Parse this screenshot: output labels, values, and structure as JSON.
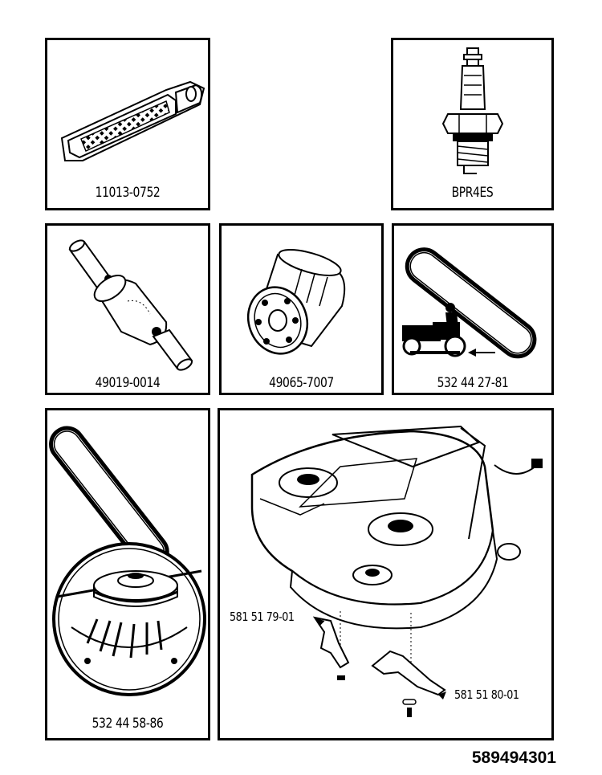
{
  "panels": {
    "air_filter": "11013-0752",
    "spark_plug": "BPR4ES",
    "fuel_filter": "49019-0014",
    "oil_filter": "49065-7007",
    "drive_belt": "532 44 27-81",
    "deck_belt_pulley": "532 44 58-86"
  },
  "deck": {
    "blade_left": "581 51 79-01",
    "blade_right": "581 51 80-01"
  },
  "document_number": "589494301"
}
